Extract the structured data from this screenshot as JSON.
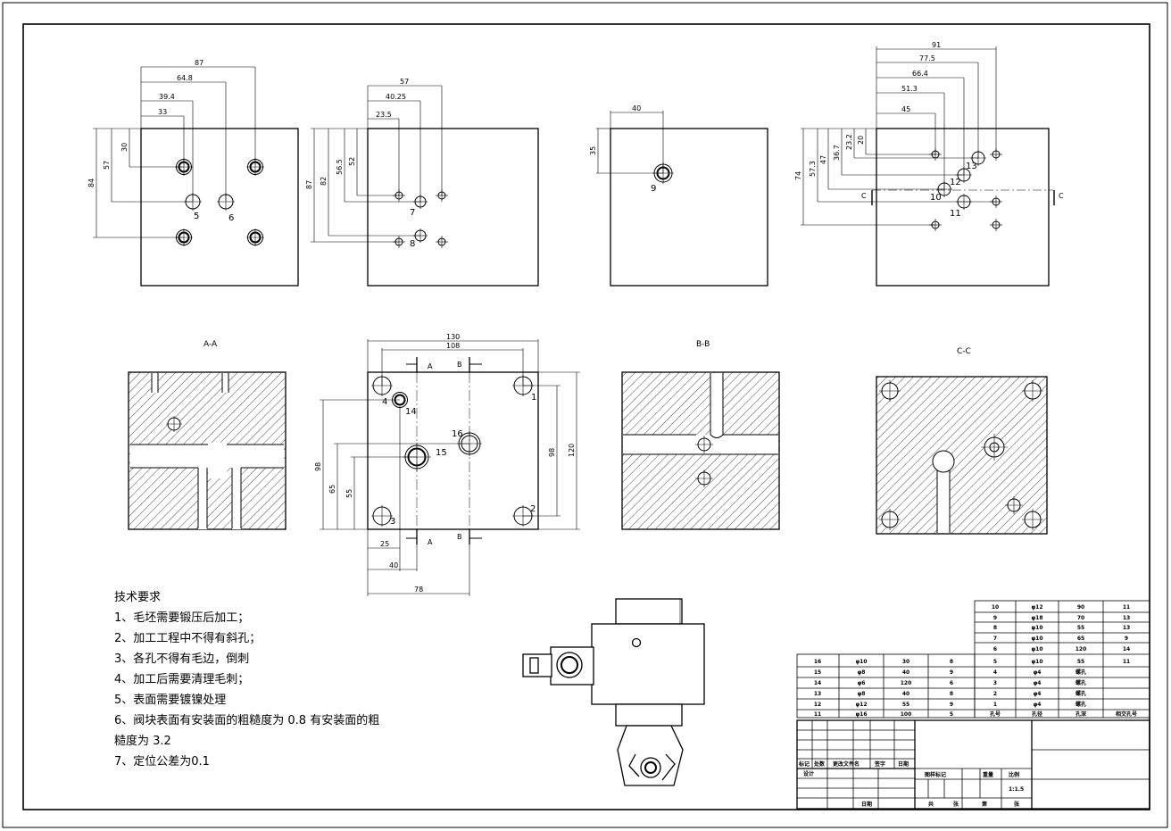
{
  "views": {
    "v1": {
      "dims_h": [
        "87",
        "64.8",
        "39.4",
        "33"
      ],
      "dims_v": [
        "84",
        "57",
        "30"
      ],
      "labels": [
        "5",
        "6"
      ]
    },
    "v2": {
      "dims_h": [
        "57",
        "40.25",
        "23.5"
      ],
      "dims_v": [
        "87",
        "82",
        "56.5",
        "52"
      ],
      "labels": [
        "7",
        "8"
      ]
    },
    "v3": {
      "dims_h": [
        "40"
      ],
      "dims_v": [
        "35"
      ],
      "labels": [
        "9"
      ]
    },
    "v4": {
      "dims_h": [
        "91",
        "77.5",
        "66.4",
        "51.3",
        "45"
      ],
      "dims_v": [
        "74",
        "57.3",
        "47",
        "36.7",
        "23.2",
        "20"
      ],
      "labels": [
        "13",
        "12",
        "10",
        "11"
      ],
      "cut": "C"
    },
    "main": {
      "dims_top": [
        "130",
        "108"
      ],
      "dims_left": [
        "98",
        "65",
        "55"
      ],
      "dims_right": [
        "98",
        "120"
      ],
      "dims_bottom": [
        "25",
        "40",
        "78"
      ],
      "labels": [
        "4",
        "14",
        "1",
        "16",
        "15",
        "3",
        "2"
      ],
      "cut_a": "A",
      "cut_b": "B"
    }
  },
  "sections": {
    "aa": "A-A",
    "bb": "B-B",
    "cc": "C-C"
  },
  "notes": {
    "title": "技术要求",
    "n1": "1、毛坯需要锻压后加工；",
    "n2": "2、加工工程中不得有斜孔；",
    "n3": "3、各孔不得有毛边，倒刺",
    "n4": "4、加工后需要清理毛刺；",
    "n5": "5、表面需要镀镍处理",
    "n6": "6、阀块表面有安装面的粗糙度为 0.8 有安装面的粗",
    "n6b": "糙度为 3.2",
    "n7": "7、定位公差为0.1"
  },
  "hole_table": {
    "headers": [
      "孔号",
      "孔径",
      "孔深",
      "相交孔号"
    ],
    "left_rows": [
      [
        "16",
        "φ10",
        "30",
        "8"
      ],
      [
        "15",
        "φ8",
        "40",
        "9"
      ],
      [
        "14",
        "φ6",
        "120",
        "6"
      ],
      [
        "13",
        "φ8",
        "40",
        "8"
      ],
      [
        "12",
        "φ12",
        "55",
        "9"
      ],
      [
        "11",
        "φ16",
        "100",
        "5"
      ]
    ],
    "right_rows": [
      [
        "10",
        "φ12",
        "90",
        "11"
      ],
      [
        "9",
        "φ18",
        "70",
        "13"
      ],
      [
        "8",
        "φ10",
        "55",
        "13"
      ],
      [
        "7",
        "φ10",
        "65",
        "9"
      ],
      [
        "6",
        "φ10",
        "120",
        "14"
      ],
      [
        "5",
        "φ10",
        "55",
        "11"
      ],
      [
        "4",
        "φ4",
        "螺孔",
        ""
      ],
      [
        "3",
        "φ4",
        "螺孔",
        ""
      ],
      [
        "2",
        "φ4",
        "螺孔",
        ""
      ],
      [
        "1",
        "φ4",
        "螺孔",
        ""
      ]
    ]
  },
  "title_block": {
    "row_labels": [
      "标记",
      "处数",
      "更改文件名",
      "签字",
      "日期"
    ],
    "design": "设计",
    "date": "日期",
    "stage": "图样标记",
    "weight": "重量",
    "scale_label": "比例",
    "scale": "1:1.5",
    "total": "共",
    "sheet_lbl": "张",
    "page": "第",
    "page_lbl": "张"
  }
}
